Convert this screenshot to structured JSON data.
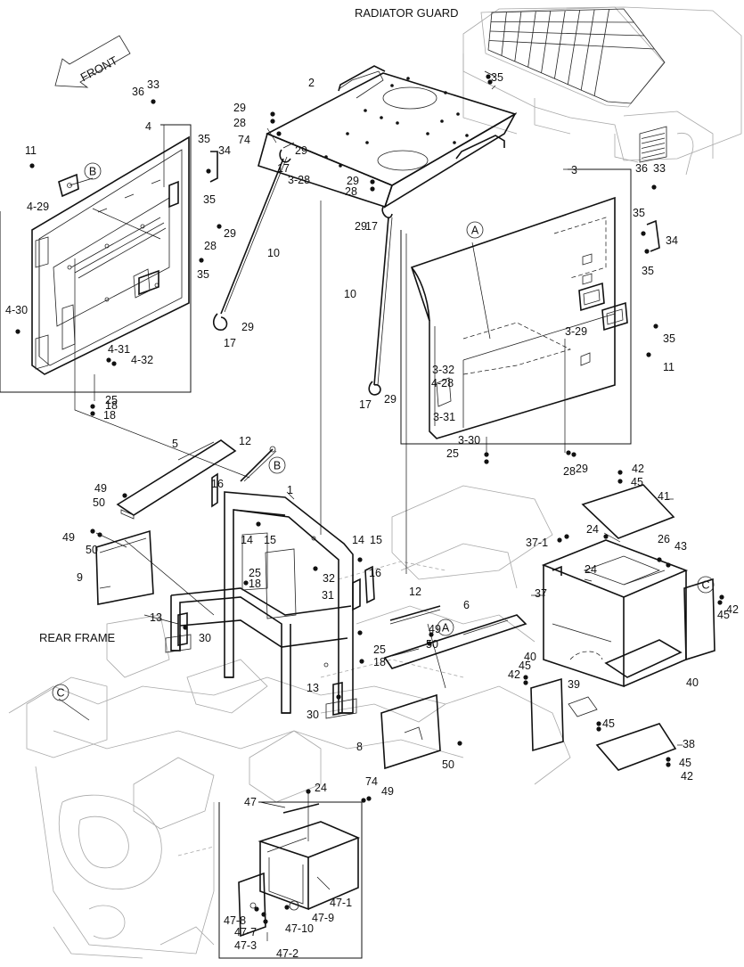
{
  "diagram": {
    "titles": {
      "radiator_guard": "RADIATOR GUARD",
      "front": "FRONT",
      "rear_frame": "REAR FRAME"
    },
    "callouts": {
      "a": "A",
      "b": "B",
      "c": "C"
    },
    "labels": [
      "1",
      "2",
      "3",
      "4",
      "5",
      "6",
      "8",
      "9",
      "10",
      "10",
      "11",
      "11",
      "12",
      "12",
      "13",
      "13",
      "14",
      "14",
      "15",
      "15",
      "16",
      "16",
      "17",
      "17",
      "17",
      "17",
      "18",
      "18",
      "18",
      "18",
      "24",
      "24",
      "24",
      "25",
      "25",
      "25",
      "25",
      "26",
      "28",
      "28",
      "28",
      "28",
      "29",
      "29",
      "29",
      "29",
      "29",
      "29",
      "29",
      "29",
      "30",
      "30",
      "31",
      "32",
      "33",
      "33",
      "34",
      "34",
      "35",
      "35",
      "35",
      "35",
      "35",
      "35",
      "35",
      "36",
      "36",
      "37",
      "37-1",
      "38",
      "39",
      "40",
      "40",
      "41",
      "42",
      "42",
      "42",
      "42",
      "43",
      "45",
      "45",
      "45",
      "45",
      "45",
      "47",
      "47-1",
      "47-2",
      "47-3",
      "47-7",
      "47-8",
      "47-9",
      "47-10",
      "49",
      "49",
      "49",
      "49",
      "50",
      "50",
      "50",
      "50",
      "74",
      "74",
      "3-28",
      "3-29",
      "3-30",
      "3-31",
      "3-32",
      "4-28",
      "4-29",
      "4-30",
      "4-31",
      "4-32"
    ]
  }
}
